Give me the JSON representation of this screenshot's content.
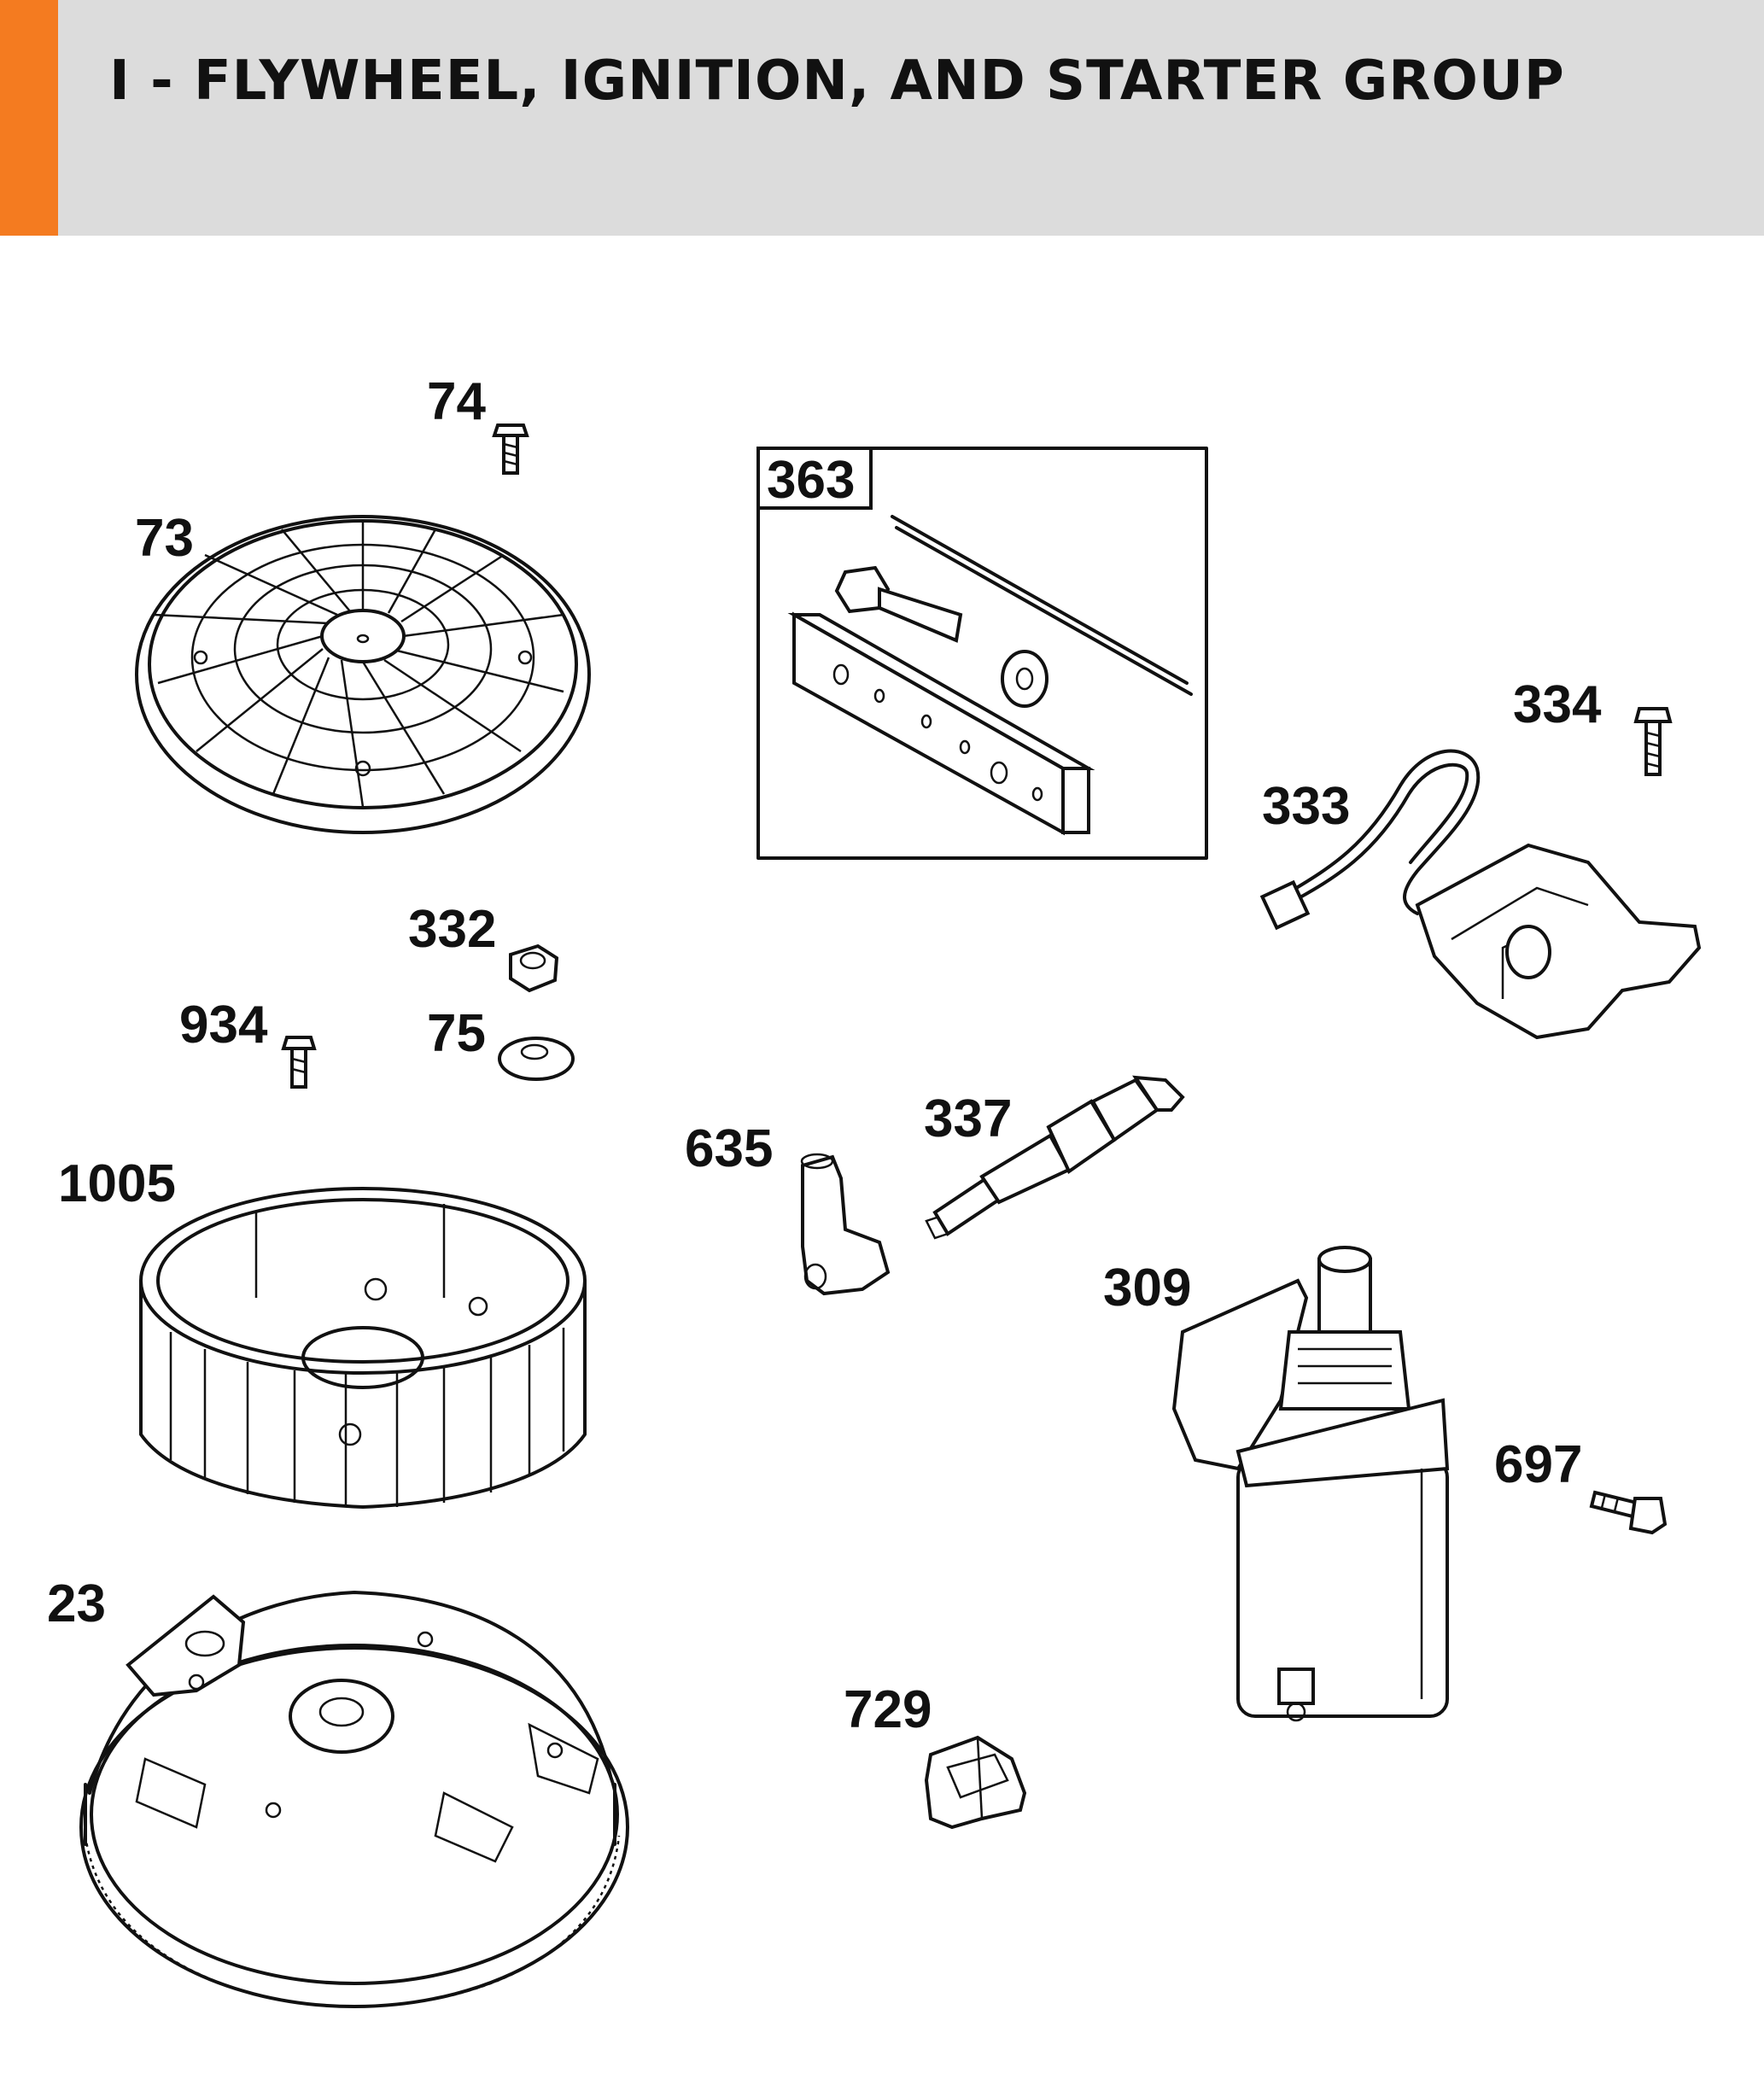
{
  "header": {
    "title": "I - FLYWHEEL, IGNITION, AND STARTER GROUP",
    "accent_color": "#f47b20",
    "background_color": "#dcdcdc"
  },
  "callouts": {
    "c74": "74",
    "c73": "73",
    "c363": "363",
    "c334": "334",
    "c333": "333",
    "c332": "332",
    "c934": "934",
    "c75": "75",
    "c337": "337",
    "c635": "635",
    "c1005": "1005",
    "c309": "309",
    "c697": "697",
    "c23": "23",
    "c729": "729"
  }
}
